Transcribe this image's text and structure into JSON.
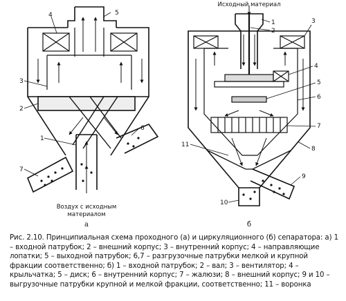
{
  "diagram_a": {
    "subtitle": "а",
    "labels": {
      "l1": "1",
      "l2": "2",
      "l3": "3",
      "l4": "4",
      "l5": "5",
      "l6": "6",
      "l7": "7"
    },
    "air_note_line1": "Воздух с исходным",
    "air_note_line2": "материалом"
  },
  "diagram_b": {
    "subtitle": "б",
    "input_note": "Исходный материал",
    "labels": {
      "l1": "1",
      "l2": "2",
      "l3": "3",
      "l4": "4",
      "l5": "5",
      "l6": "6",
      "l7": "7",
      "l8": "8",
      "l9": "9",
      "l10": "10",
      "l11": "11"
    }
  },
  "caption": "Рис. 2.10. Принципиальная схема проходного (а) и циркуляционного (б) сепаратора: а) 1 – входной патрубок; 2 – внешний корпус; 3 – внутренний корпус; 4 – направляющие лопатки; 5 – выходной патрубок; 6,7 – разгрузочные патрубки мелкой и крупной фракции соответственно; б) 1 – входной патрубок; 2 – вал; 3 – вентилятор; 4 – крыльчатка; 5 – диск; 6 – внутренний корпус; 7 – жалюзи; 8 – внешний корпус; 9 и 10 – выгрузочные патрубки крупной и мелкой фракции, соответственно; 11 – воронка"
}
